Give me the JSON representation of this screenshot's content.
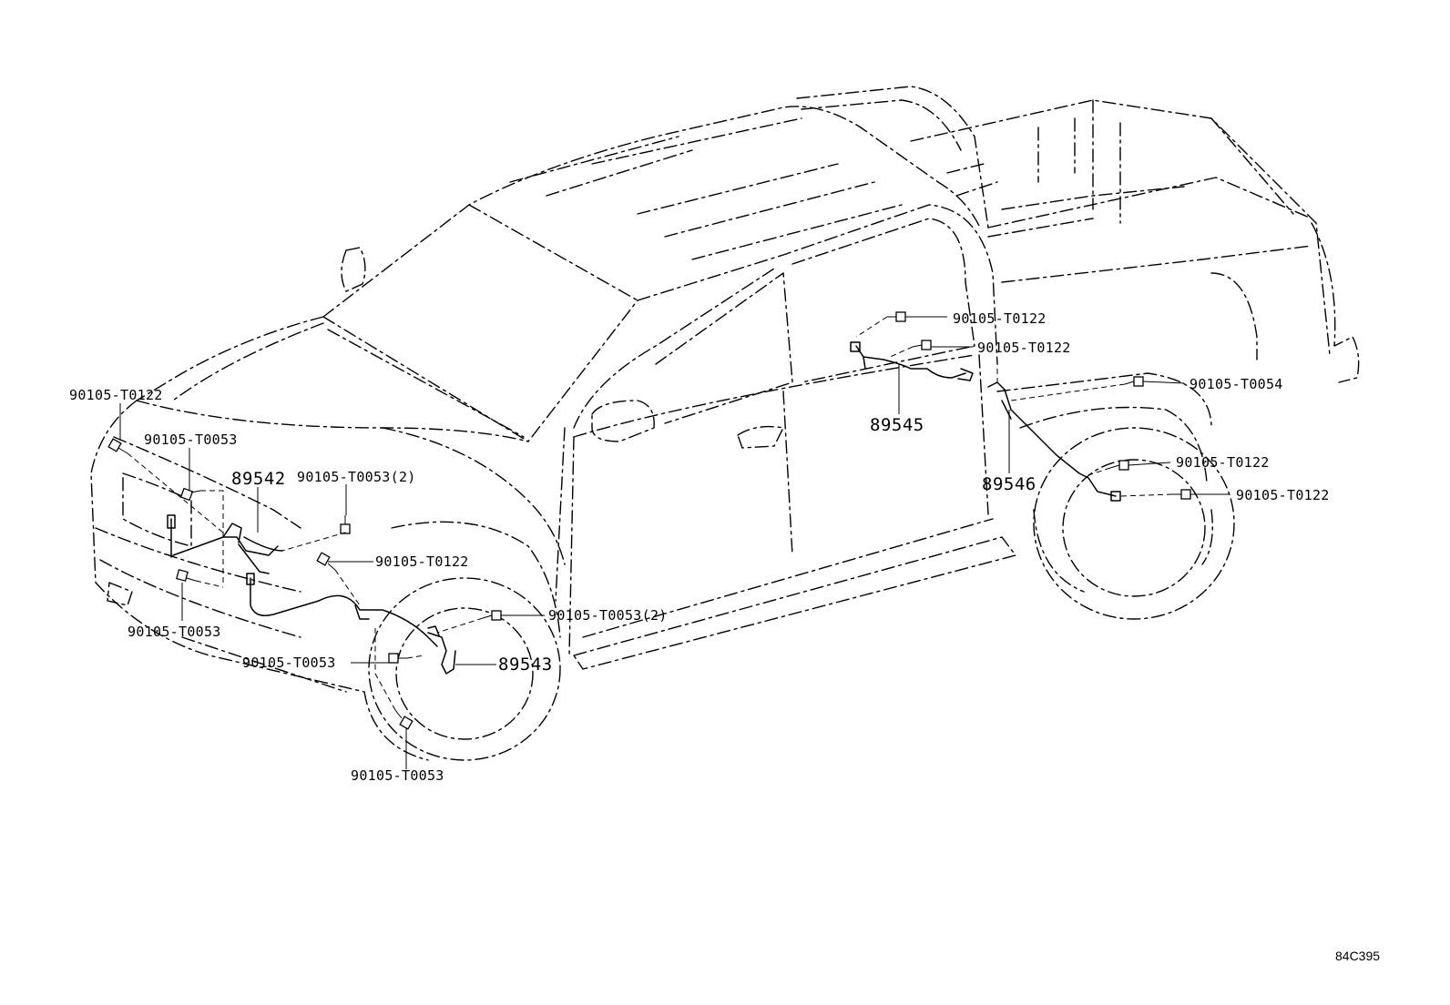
{
  "labels": {
    "fr_top_left_bolt": "90105-T0122",
    "fr_bracket_bolt": "90105-T0053",
    "sensor_fr_right": "89542",
    "fr_clip_bolt_2": "90105-T0053(2)",
    "fr_bumper_bolt": "90105-T0053",
    "fr_harness_bolt": "90105-T0122",
    "fl_clip_bolt_2": "90105-T0053(2)",
    "fl_knuckle_bolt": "90105-T0053",
    "sensor_fr_left": "89543",
    "fl_lower_bolt": "90105-T0053",
    "rr_upper_bolt": "90105-T0122",
    "rr_upper_bolt_2": "90105-T0122",
    "sensor_rr_right": "89545",
    "rr_fender_bolt": "90105-T0054",
    "sensor_rr_left": "89546",
    "rr_axle_bolt": "90105-T0122",
    "rr_hub_bolt": "90105-T0122"
  },
  "figure_ref": "84C395"
}
